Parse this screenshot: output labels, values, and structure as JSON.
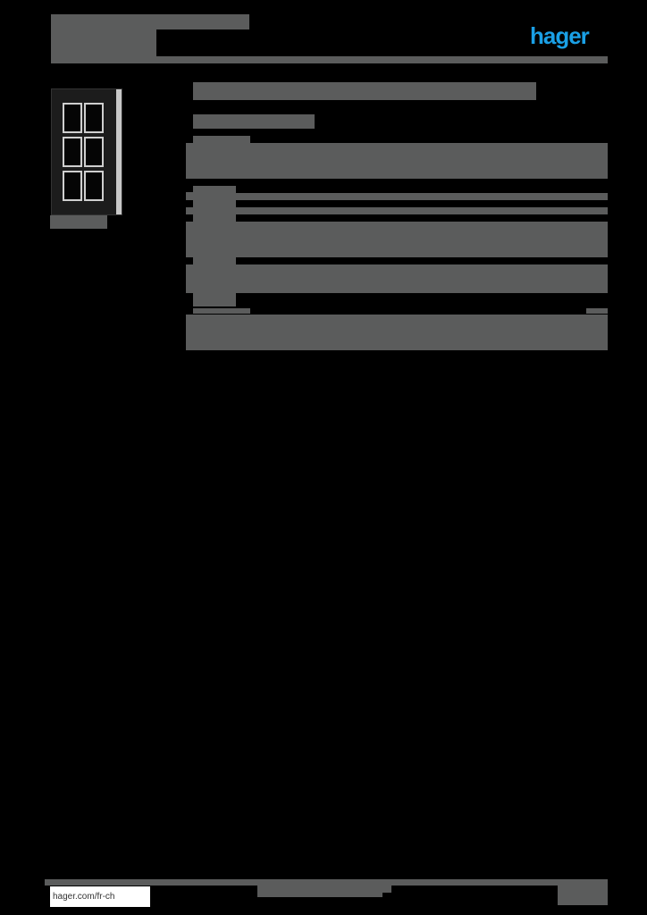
{
  "header": {
    "brand_logo": "hager",
    "brand_color": "#1aa0e6",
    "title": "",
    "subtitle": ""
  },
  "product": {
    "image_alt": "6-gang frame (product photo)",
    "image_caption": "",
    "name": "",
    "reference": ""
  },
  "sections": [
    {
      "heading": "",
      "body": ""
    },
    {
      "heading": "",
      "body": ""
    },
    {
      "heading": "",
      "body": ""
    }
  ],
  "footer": {
    "url": "hager.com/fr-ch",
    "center_text": "",
    "page": ""
  },
  "colors": {
    "background": "#000000",
    "redacted_block": "#5b5c5c"
  }
}
